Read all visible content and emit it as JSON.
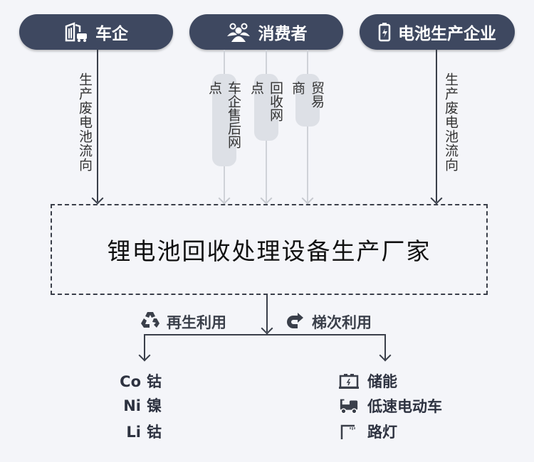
{
  "sources": [
    {
      "label": "车企",
      "icon": "building-car-icon"
    },
    {
      "label": "消费者",
      "icon": "users-group-icon"
    },
    {
      "label": "电池生产企业",
      "icon": "battery-icon"
    }
  ],
  "flow_labels": {
    "left": "生产废电池流向",
    "right": "生产废电池流向"
  },
  "consumer_channels": [
    {
      "label": "车企售后网点"
    },
    {
      "label": "回收网点"
    },
    {
      "label": "贸易商"
    }
  ],
  "center_box": {
    "title": "锂电池回收处理设备生产厂家"
  },
  "branches": {
    "recycle": {
      "label": "再生利用",
      "icon": "recycle-icon"
    },
    "cascade": {
      "label": "梯次利用",
      "icon": "curved-arrow-icon"
    }
  },
  "recycle_outputs": [
    {
      "symbol": "Co",
      "name": "钴"
    },
    {
      "symbol": "Ni",
      "name": "镍"
    },
    {
      "symbol": "Li",
      "name": "钴"
    }
  ],
  "cascade_outputs": [
    {
      "label": "储能",
      "icon": "storage-battery-icon"
    },
    {
      "label": "低速电动车",
      "icon": "low-speed-vehicle-icon"
    },
    {
      "label": "路灯",
      "icon": "street-lamp-icon"
    }
  ],
  "colors": {
    "pill_bg": "#3e4860",
    "line": "#3a3f4a",
    "tag_bg": "#dde0e6",
    "page_bg": "#f4f5f9"
  }
}
